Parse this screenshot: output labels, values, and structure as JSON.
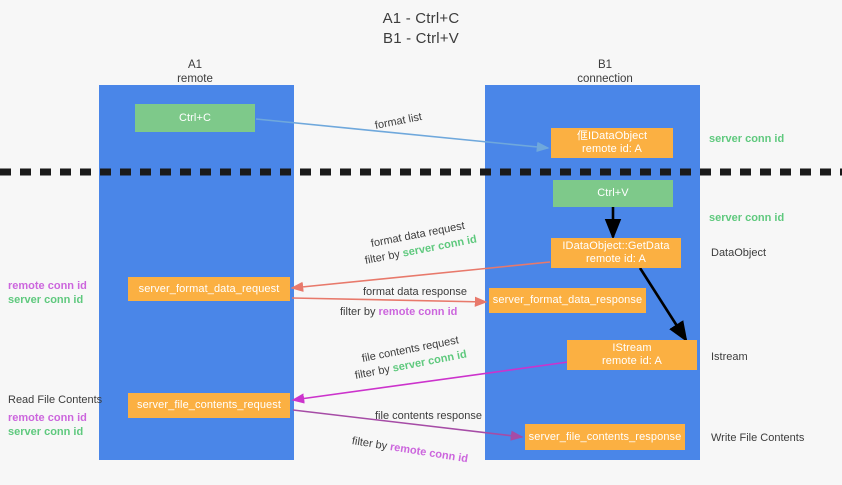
{
  "title": {
    "line1": "A1 - Ctrl+C",
    "line2": "B1 - Ctrl+V"
  },
  "columns": [
    {
      "name": "A1",
      "sub": "remote"
    },
    {
      "name": "B1",
      "sub": "connection"
    }
  ],
  "nodes": {
    "ctrl_c": {
      "label": "Ctrl+C"
    },
    "idataobject": {
      "line1": "㑌IDataObject",
      "line2": "remote id: A"
    },
    "ctrl_v": {
      "label": "Ctrl+V"
    },
    "getdata": {
      "line1": "IDataObject::GetData",
      "line2": "remote id: A"
    },
    "format_data_request": {
      "label": "server_format_data_request"
    },
    "format_data_response": {
      "label": "server_format_data_response"
    },
    "istream": {
      "line1": "IStream",
      "line2": "remote id: A"
    },
    "file_contents_request": {
      "label": "server_file_contents_request"
    },
    "file_contents_response": {
      "label": "server_file_contents_response"
    }
  },
  "edges": {
    "format_list": {
      "label": "format list"
    },
    "format_data_request": {
      "label": "format data request",
      "filter_prefix": "filter by ",
      "filter_key": "server conn id"
    },
    "format_data_response": {
      "label": "format data response",
      "filter_prefix": "filter by ",
      "filter_key": "remote conn id"
    },
    "file_contents_request": {
      "label": "file contents request",
      "filter_prefix": "filter by ",
      "filter_key": "server conn id"
    },
    "file_contents_response": {
      "label": "file contents response",
      "filter_prefix": "filter by ",
      "filter_key": "remote conn id"
    }
  },
  "right_labels": {
    "server_conn_id_top": "server conn id",
    "server_conn_id_mid": "server conn id",
    "dataobject": "DataObject",
    "istream": "Istream",
    "write_file_contents": "Write File Contents"
  },
  "left_labels": {
    "conn_ids_mid": {
      "remote": "remote conn id",
      "server": "server conn id"
    },
    "read_file_contents": "Read File Contents",
    "conn_ids_low": {
      "remote": "remote conn id",
      "server": "server conn id"
    }
  },
  "colors": {
    "lane": "#4a86e8",
    "green_node": "#7ec98a",
    "orange_node": "#fbb042",
    "server_conn_id": "#5fc97e",
    "remote_conn_id": "#cc66dd",
    "divider": "#1a1a1a",
    "arrow_blue": "#6fa8dc",
    "arrow_red": "#e8796b",
    "arrow_magenta": "#cc33cc",
    "arrow_purple": "#a64ca6",
    "arrow_black": "#000000",
    "background": "#f7f7f7"
  }
}
